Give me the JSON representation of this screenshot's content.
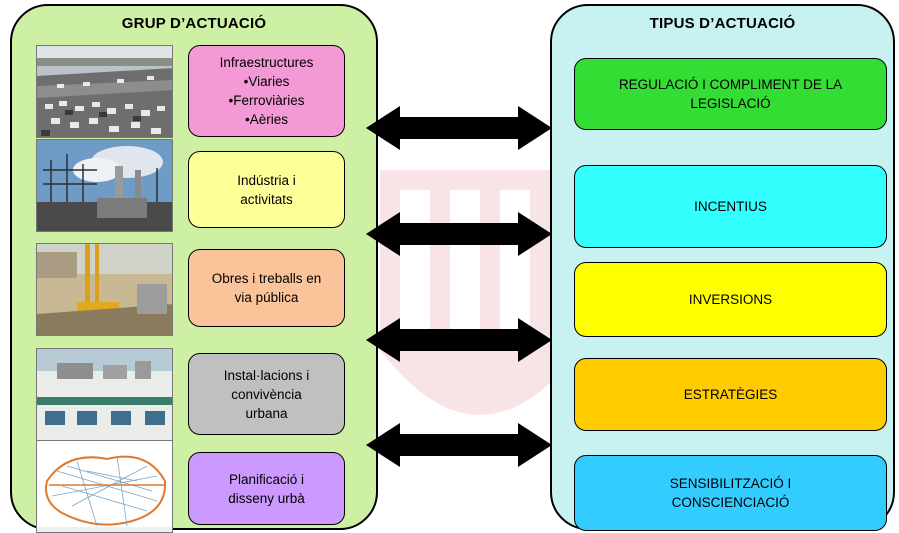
{
  "left_panel": {
    "title": "GRUP D’ACTUACIÓ"
  },
  "right_panel": {
    "title": "TIPUS D’ACTUACIÓ"
  },
  "groups": [
    {
      "label": "Infraestructures",
      "bullets": [
        "Viaries",
        "Ferroviàries",
        "Aèries"
      ],
      "color": "#f39ad6"
    },
    {
      "label": "Indústria i activitats",
      "color": "#ffff99"
    },
    {
      "label": "Obres i treballs en via pública",
      "color": "#fbc39a"
    },
    {
      "label": "Instal·lacions i convivència urbana",
      "color": "#c0c0c0"
    },
    {
      "label": "Planificació i disseny urbà",
      "color": "#cc99ff"
    }
  ],
  "types": [
    {
      "label": "REGULACIÓ I COMPLIMENT DE LA LEGISLACIÓ",
      "color": "#33dd33"
    },
    {
      "label": "INCENTIUS",
      "color": "#33ffff"
    },
    {
      "label": "INVERSIONS",
      "color": "#ffff00"
    },
    {
      "label": "ESTRATÈGIES",
      "color": "#ffcc00"
    },
    {
      "label": "SENSIBILITZACIÓ I CONSCIENCIACIÓ",
      "color": "#33ccff"
    }
  ],
  "colors": {
    "left_panel_bg": "#cdf0a4",
    "right_panel_bg": "#c8f2f2",
    "arrow": "#000000"
  }
}
